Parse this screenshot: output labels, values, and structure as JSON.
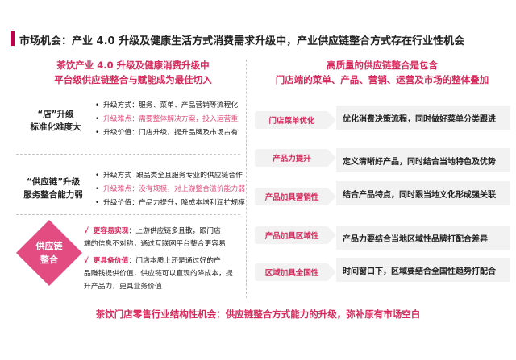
{
  "page": {
    "title": "市场机会：产业 4.0 升级及健康生活方式消费需求升级中，产业供应链整合方式存在行业性机会"
  },
  "left_column": {
    "header_line1": "茶饮产业 4.0 升级及健康消费升级中",
    "header_line2": "平台级供应链整合与赋能成为最佳切入",
    "sections": [
      {
        "label_line1": "“店”升级",
        "label_line2": "标准化难度大",
        "bullets": [
          {
            "text": "升级方式：服务、菜单、产品营销等流程化",
            "highlight": false
          },
          {
            "text": "升级难点：需要整体解决方案，投入运营重",
            "highlight": true
          },
          {
            "text": "升级价值：门店升级，提升品牌及市场占有",
            "highlight": false
          }
        ]
      },
      {
        "label_line1": "“供应链”升级",
        "label_line2": "服务整合能力弱",
        "bullets": [
          {
            "text": "升级方式 :跟品类全且服务专业的供应链合作",
            "highlight": false
          },
          {
            "text": "升级难点：没有规模，对上游整合溢价能力弱",
            "highlight": true
          },
          {
            "text": "升级价值：产品力提升，降成本增利润扩规模",
            "highlight": false
          }
        ]
      }
    ],
    "badge_line1": "供应链",
    "badge_line2": "整合",
    "checks": [
      {
        "mark": "√",
        "key": "更容易实现",
        "lines": [
          "：上游供应链多且散，跟门店",
          "端的信息不对称，通过互联网平台整合更容易"
        ]
      },
      {
        "mark": "√",
        "key": "更具备价值",
        "lines": [
          "：门店本质上还是通过好的产",
          "品赚钱提供价值，供应链可以直观的降成本，提",
          "升产品力，更具业务价值"
        ]
      }
    ]
  },
  "right_column": {
    "header_line1": "高质量的供应链整合是包含",
    "header_line2": "门店端的菜单、产品、营销、运营及市场的整体叠加",
    "rows": [
      {
        "tag": "门店菜单优化",
        "desc": "优化消费决策流程，同时做好菜单分类跟进"
      },
      {
        "tag": "产品力提升",
        "desc": "定义清晰好产品，同时结合当地特色及优势"
      },
      {
        "tag": "产品加具营销性",
        "desc": "结合产品特点，同时跟当地文化形成强关联"
      },
      {
        "tag": "产品加具区域性",
        "desc": "产品力要结合当地区域性品牌打配合差异"
      },
      {
        "tag": "区域加具全国性",
        "desc": "时间窗口下，区域要结合全国性趋势打配合"
      }
    ]
  },
  "footer": {
    "text": "茶饮门店零售行业结构性机会：供应链整合方式能力的升级，弥补原有市场空白"
  },
  "colors": {
    "accent": "#d62a5c",
    "badge": "#e24c81",
    "highlight_text": "#e34c7a",
    "title_bar": "#c0004a",
    "panel_gray": "#f2f2f2"
  }
}
